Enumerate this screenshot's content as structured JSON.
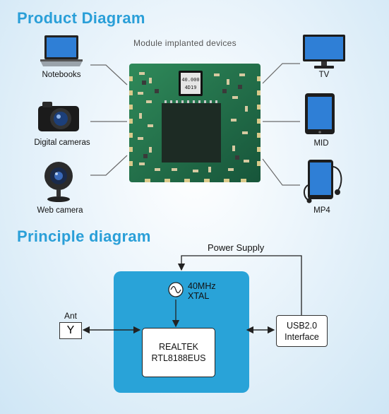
{
  "product": {
    "title": "Product Diagram",
    "subtitle": "Module implanted devices",
    "devices_left": [
      {
        "label": "Notebooks",
        "icon": "laptop-icon"
      },
      {
        "label": "Digital cameras",
        "icon": "camera-icon"
      },
      {
        "label": "Web camera",
        "icon": "webcam-icon"
      }
    ],
    "devices_right": [
      {
        "label": "TV",
        "icon": "tv-icon"
      },
      {
        "label": "MID",
        "icon": "tablet-icon"
      },
      {
        "label": "MP4",
        "icon": "mp4-player-icon"
      }
    ],
    "chip_marking": [
      "40.000",
      "4D19"
    ]
  },
  "principle": {
    "title": "Principle diagram",
    "power_supply": "Power Supply",
    "ant_label": "Ant",
    "ant_symbol": "Y",
    "xtal_line1": "40MHz",
    "xtal_line2": "XTAL",
    "chip_line1": "REALTEK",
    "chip_line2": "RTL8188EUS",
    "usb_line1": "USB2.0",
    "usb_line2": "Interface"
  },
  "colors": {
    "heading": "#2a9fd8",
    "block": "#29a3d8",
    "pcb": "#1f6a45"
  }
}
